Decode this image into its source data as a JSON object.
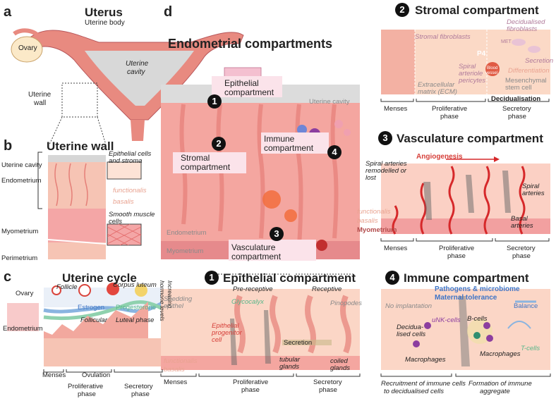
{
  "panel_a": {
    "letter": "a",
    "title": "Uterus",
    "uterine_body": "Uterine body",
    "ovary": "Ovary",
    "cavity_1": "Uterine",
    "cavity_2": "cavity",
    "wall_1": "Uterine",
    "wall_2": "wall"
  },
  "panel_b": {
    "letter": "b",
    "title": "Uterine wall",
    "uterine_cavity": "Uterine cavity",
    "endometrium": "Endometrium",
    "myometrium": "Myometrium",
    "perimetrium": "Perimetrium",
    "epi_1": "Epithelial cells",
    "epi_2": "and stroma",
    "functionalis": "functionalis",
    "basalis": "basalis",
    "smooth_1": "Smooth muscle",
    "smooth_2": "cells"
  },
  "panel_c": {
    "letter": "c",
    "title": "Uterine cycle",
    "ovary": "Ovary",
    "endometrium": "Endometrium",
    "follicle": "Follicle",
    "corpus_luteum": "Corpus luteum",
    "estrogen": "Estrogen",
    "progesterone": "Progesterone",
    "follicular": "Follicular",
    "luteal": "Luteal phase",
    "hormone_1": "Increasing",
    "hormone_2": "hormone levels",
    "menses": "Menses",
    "ovulation": "Ovulation",
    "prolif_1": "Proliferative",
    "prolif_2": "phase",
    "secret_1": "Secretory",
    "secret_2": "phase"
  },
  "panel_d": {
    "letter": "d",
    "title": "Endometrial compartments",
    "epithelial_1": "Epithelial",
    "epithelial_2": "compartment",
    "uterine_cavity": "Uterine cavity",
    "stromal_1": "Stromal",
    "stromal_2": "compartment",
    "immune_1": "Immune",
    "immune_2": "compartment",
    "endometrium": "Endometrium",
    "myometrium": "Myometrium",
    "vasc_1": "Vasculature",
    "vasc_2": "compartment",
    "n1": "1",
    "n2": "2",
    "n3": "3",
    "n4": "4"
  },
  "stromal": {
    "num": "2",
    "title": "Stromal compartment",
    "stromal_fibro": "Stromal fibroblasts",
    "decid_1": "Decidualised",
    "decid_2": "fibroblasts",
    "met": "MET",
    "p4": "P4",
    "secretion": "Secretion",
    "differentiation": "Differentiation",
    "spiral_1": "Spiral",
    "spiral_2": "arteriole",
    "spiral_3": "pericytes",
    "blood_1": "Blood",
    "blood_2": "vessel",
    "mesen_1": "Mesenchymal",
    "mesen_2": "stem cell",
    "ecm_1": "Extracellular",
    "ecm_2": "matrix (ECM)",
    "menses": "Menses",
    "prolif_1": "Proliferative",
    "prolif_2": "phase",
    "decidualisation": "Decidualisation",
    "secret_1": "Secretory",
    "secret_2": "phase"
  },
  "vasculature": {
    "num": "3",
    "title": "Vasculature compartment",
    "angiogenesis": "Angiogenesis",
    "remod_1": "Spiral arteries",
    "remod_2": "remodelled or",
    "remod_3": "lost",
    "spiral_1": "Spiral",
    "spiral_2": "arteries",
    "functionalis": "functionalis",
    "basalis": "basalis",
    "myometrium": "Myometrium",
    "basal_1": "Basal",
    "basal_2": "arteries",
    "menses": "Menses",
    "prolif_1": "Proliferative",
    "prolif_2": "phase",
    "secret_1": "Secretory",
    "secret_2": "phase"
  },
  "epithelial": {
    "num": "1",
    "title": "Epithelial compartment",
    "pre_receptive": "Pre-receptive",
    "receptive": "Receptive",
    "shedding_1": "Shedding",
    "shedding_2": "epithel",
    "glycocalyx": "Glycocalyx",
    "pinopodes": "Pinopodes",
    "prog_1": "Epithelial",
    "prog_2": "progenitor",
    "prog_3": "cell",
    "secretion": "Secretion",
    "functionalis": "functionalis",
    "basalis": "basalis",
    "tubular_1": "tubular",
    "tubular_2": "glands",
    "coiled_1": "coiled",
    "coiled_2": "glands",
    "menses": "Menses",
    "prolif_1": "Proliferative",
    "prolif_2": "phase",
    "secret_1": "Secretory",
    "secret_2": "phase"
  },
  "immune": {
    "num": "4",
    "title": "Immune compartment",
    "pathogens": "Pathogens & microbiome",
    "tolerance": "Maternal tolerance",
    "balance": "Balance",
    "no_implant": "No implantation",
    "unk": "uNK-cells",
    "decid_1": "Decidua-",
    "decid_2": "lised cells",
    "bcells": "B-cells",
    "tcells": "T-cells",
    "macro_1": "Macrophages",
    "macro_2": "Macrophages",
    "recruit_1": "Recruitment of immune cells",
    "recruit_2": "to decidualised cells",
    "formation_1": "Formation of immune",
    "formation_2": "aggregate"
  }
}
